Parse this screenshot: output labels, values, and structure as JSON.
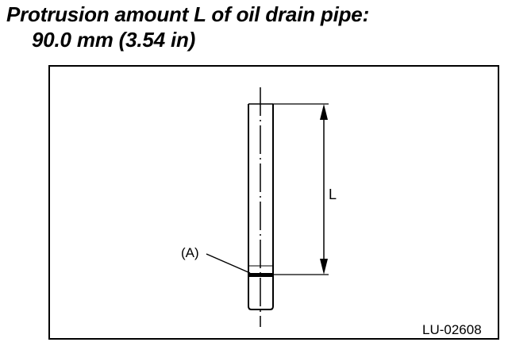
{
  "heading": {
    "line1": "Protrusion amount L of oil drain pipe:",
    "line2": "90.0 mm (3.54 in)"
  },
  "figure": {
    "dimension_label": "L",
    "callout_label": "(A)",
    "figure_id": "LU-02608"
  }
}
